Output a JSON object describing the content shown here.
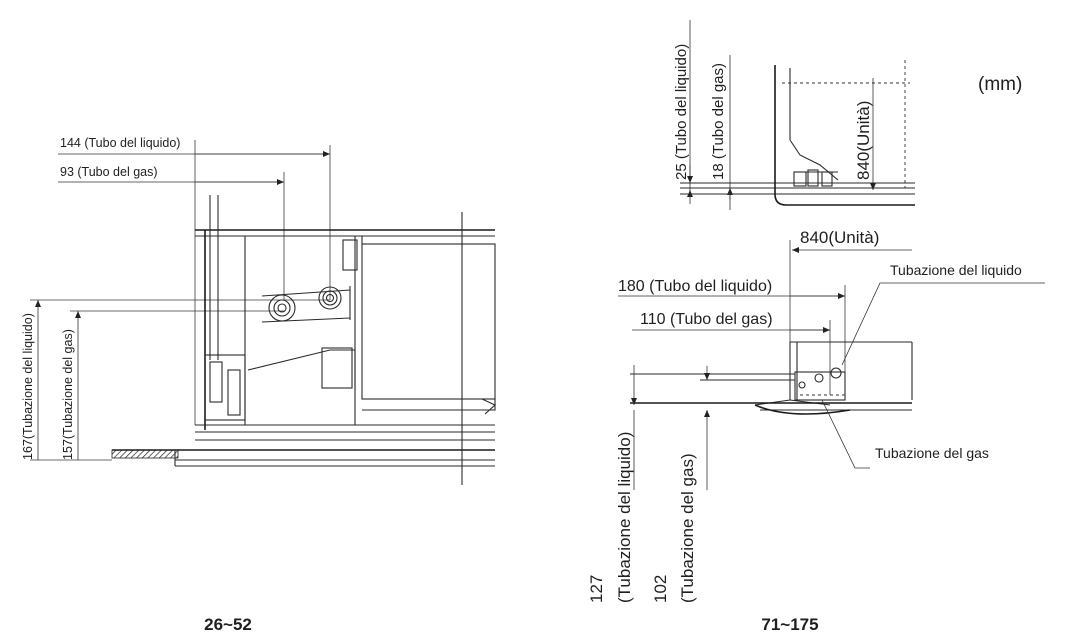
{
  "units": "(mm)",
  "left_view": {
    "caption": "26~52",
    "dims": {
      "liquid_tube": "144 (Tubo del liquido)",
      "gas_tube": "93 (Tubo del gas)",
      "liquid_piping": "167(Tubazione del liquido)",
      "gas_piping": "157(Tubazione del gas)"
    }
  },
  "right_view": {
    "caption": "71~175",
    "top_detail": {
      "liquid_tube": "25 (Tubo del liquido)",
      "gas_tube": "18 (Tubo del gas)",
      "unit": "840(Unità)"
    },
    "bottom_detail": {
      "unit": "840(Unità)",
      "liquid_tube": "180 (Tubo del liquido)",
      "gas_tube": "110 (Tubo del gas)",
      "liquid_piping_label": "Tubazione del liquido",
      "gas_piping_label": "Tubazione del gas",
      "liquid_piping_value": "127",
      "liquid_piping_text": "(Tubazione del liquido)",
      "gas_piping_value": "102",
      "gas_piping_text": "(Tubazione del gas)"
    }
  }
}
